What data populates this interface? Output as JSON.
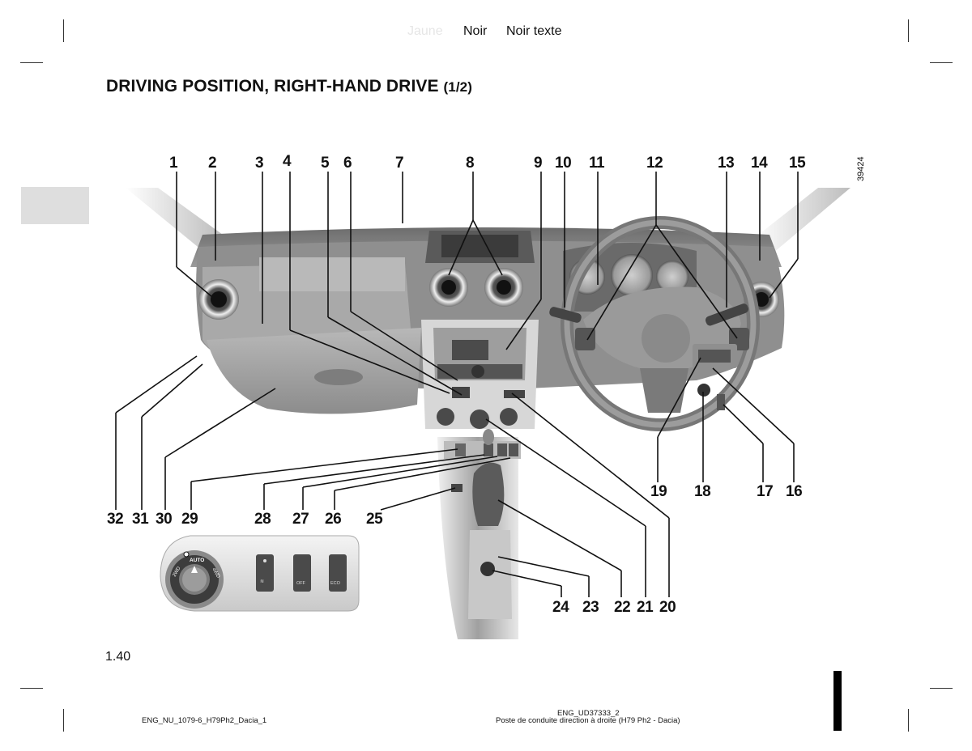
{
  "header": {
    "color_labels": [
      "Jaune",
      "Noir",
      "Noir texte"
    ]
  },
  "title": {
    "main": "DRIVING POSITION, RIGHT-HAND DRIVE",
    "part": "(1/2)"
  },
  "figure": {
    "image_code": "39424",
    "callouts_top": [
      "1",
      "2",
      "3",
      "4",
      "5",
      "6",
      "7",
      "8",
      "9",
      "10",
      "11",
      "12",
      "13",
      "14",
      "15"
    ],
    "callouts_bottom": [
      "32",
      "31",
      "30",
      "29",
      "28",
      "27",
      "26",
      "25",
      "24",
      "23",
      "22",
      "21",
      "20",
      "19",
      "18",
      "17",
      "16"
    ],
    "console_panel": {
      "dial_labels": [
        "AUTO",
        "2WD",
        "4WD"
      ],
      "button_labels": [
        "",
        "OFF",
        "ECO"
      ]
    }
  },
  "page_number": "1.40",
  "footer": {
    "left": "ENG_NU_1079-6_H79Ph2_Dacia_1",
    "center_line1": "ENG_UD37333_2",
    "center_line2": "Poste de conduite direction à droite (H79 Ph2 - Dacia)"
  }
}
